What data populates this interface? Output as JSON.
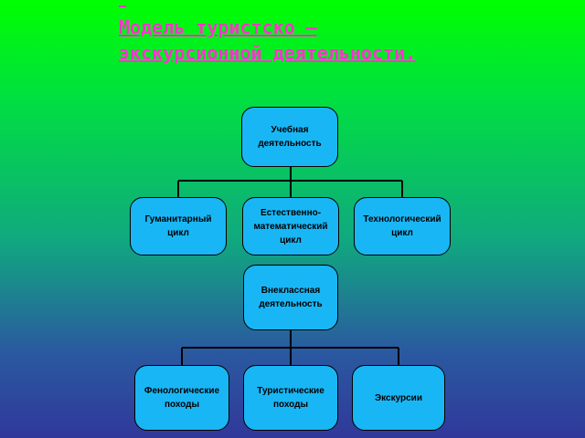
{
  "title": "Модель туристско – экскурсионной деятельности.",
  "nodes": {
    "educational": "Учебная деятельность",
    "humanitarian": "Гуманитарный цикл",
    "natural_math": "Естественно-математический цикл",
    "technological": "Технологический цикл",
    "extracurricular": "Внеклассная деятельность",
    "phenological": "Фенологические походы",
    "tourist": "Туристические походы",
    "excursions": "Экскурсии"
  },
  "colors": {
    "node_fill": "#19b6f5",
    "title": "#ff33cc"
  }
}
